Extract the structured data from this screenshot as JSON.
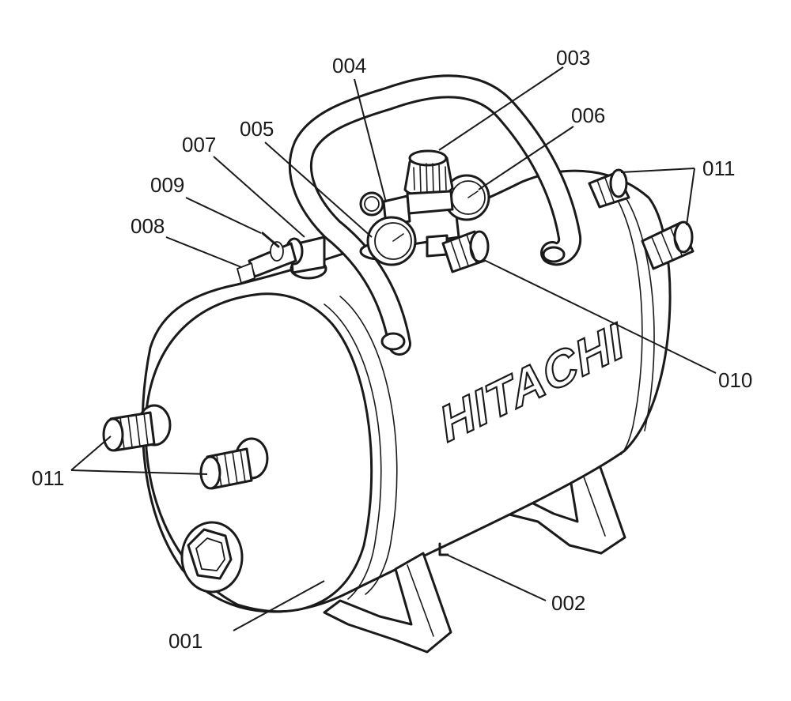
{
  "brand": {
    "text": "HITACHI"
  },
  "callouts": {
    "c001": "001",
    "c002": "002",
    "c003": "003",
    "c004": "004",
    "c005": "005",
    "c006": "006",
    "c007": "007",
    "c008": "008",
    "c009": "009",
    "c010": "010",
    "c011_right": "011",
    "c011_left": "011"
  }
}
